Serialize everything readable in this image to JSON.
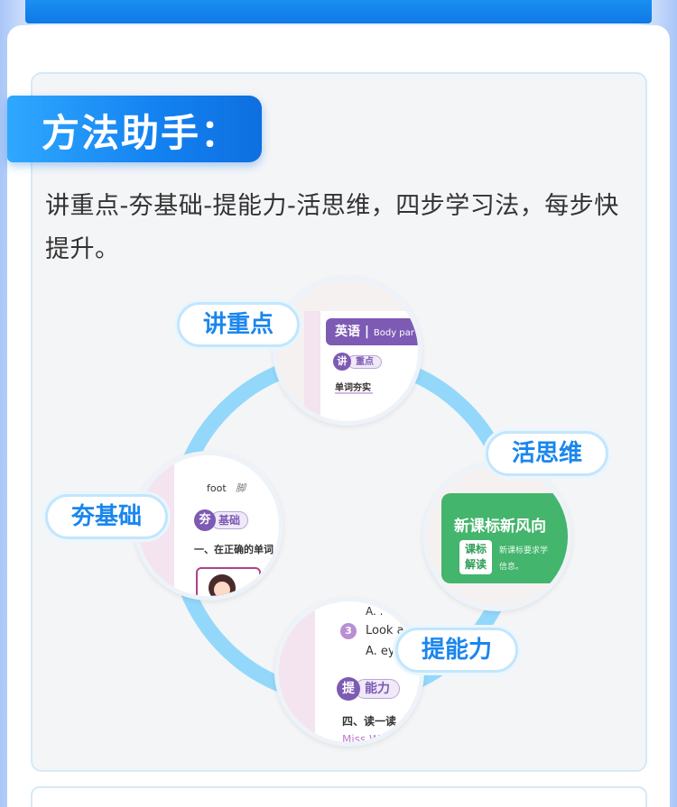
{
  "header": {
    "title": "方法助手："
  },
  "description": "讲重点-夯基础-提能力-活思维，四步学习法，每步快提升。",
  "steps": [
    {
      "label": "讲重点"
    },
    {
      "label": "活思维"
    },
    {
      "label": "提能力"
    },
    {
      "label": "夯基础"
    }
  ],
  "preview_jiang": {
    "subject": "英语",
    "subtitle": "Body par",
    "badge": "讲",
    "badge_label": "重点",
    "line": "单词夯实"
  },
  "preview_huo": {
    "title": "新课标新风向",
    "tag_line1": "课标",
    "tag_line2": "解读",
    "text1": "新课标要求学",
    "text2": "信息。"
  },
  "preview_ti": {
    "line0": "A. .",
    "number": "3",
    "line1": "Look at",
    "line2": "A. eye",
    "badge": "提",
    "badge_label": "能力",
    "line3": "四、读一读",
    "line4": "Miss W"
  },
  "preview_hang": {
    "word": "foot",
    "word_cn": "脚",
    "badge": "夯",
    "badge_label": "基础",
    "instruction": "一、在正确的单词"
  },
  "colors": {
    "accent": "#1a86ee",
    "ring": "#93d8fb",
    "purple": "#7d5ab3",
    "green": "#43b56c"
  },
  "chart_data": {
    "type": "table",
    "items": [
      "讲重点",
      "夯基础",
      "提能力",
      "活思维"
    ]
  }
}
